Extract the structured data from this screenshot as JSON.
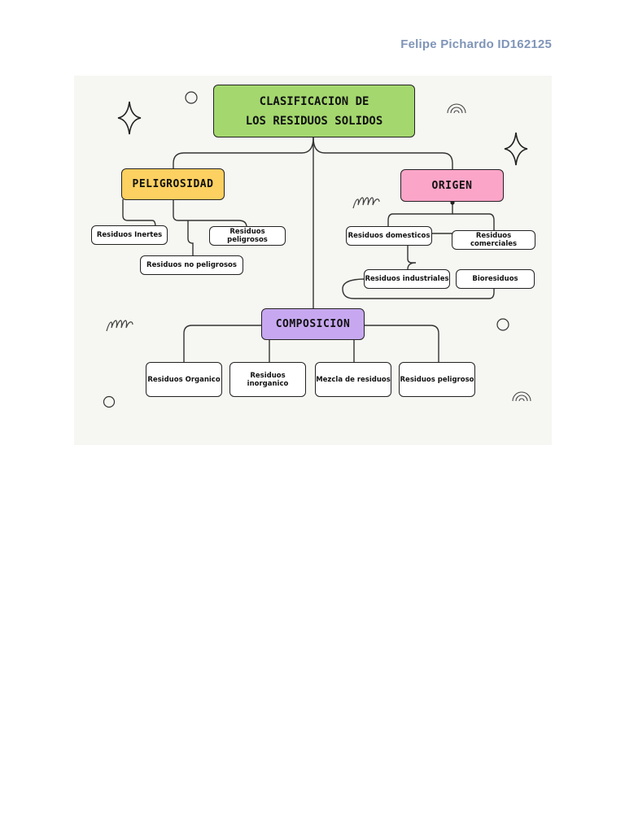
{
  "header": {
    "author": "Felipe Pichardo ID162125"
  },
  "diagram": {
    "title": "CLASIFICACION DE\nLOS RESIDUOS SOLIDOS",
    "peligrosidad": {
      "label": "PELIGROSIDAD",
      "items": [
        "Residuos Inertes",
        "Residuos peligrosos",
        "Residuos no peligrosos"
      ]
    },
    "origen": {
      "label": "ORIGEN",
      "items": [
        "Residuos domesticos",
        "Residuos comerciales",
        "Residuos industriales",
        "Bioresiduos"
      ]
    },
    "composicion": {
      "label": "COMPOSICION",
      "items": [
        "Residuos Organico",
        "Residuos inorganico",
        "Mezcla de residuos",
        "Residuos peligroso"
      ]
    }
  },
  "colors": {
    "title": "#a4d86e",
    "peligrosidad": "#fcd061",
    "origen": "#fba5c8",
    "composicion": "#c7a8f0",
    "background": "#f6f6f2"
  }
}
